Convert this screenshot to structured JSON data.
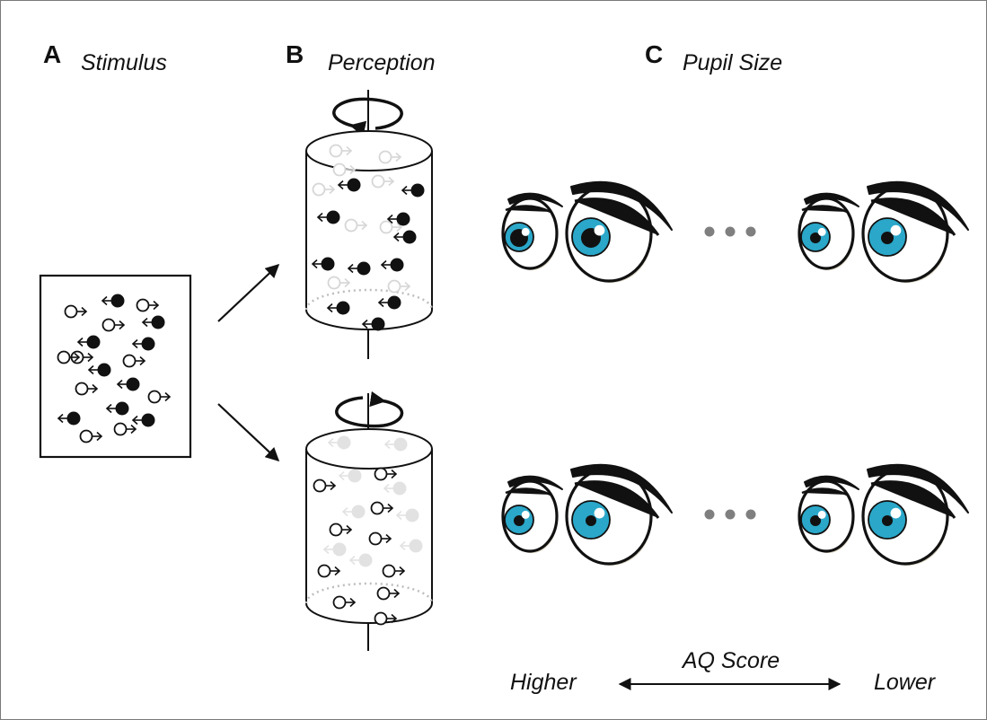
{
  "panels": {
    "a": {
      "letter": "A",
      "title": "Stimulus"
    },
    "b": {
      "letter": "B",
      "title": "Perception"
    },
    "c": {
      "letter": "C",
      "title": "Pupil Size"
    }
  },
  "scale": {
    "label": "AQ Score",
    "left": "Higher",
    "right": "Lower"
  },
  "ellipsis": "• • •",
  "colors": {
    "iris": "#2aa7c9",
    "dot_dark": "#111111",
    "dot_faded": "#e2e2e2",
    "ring_faded": "#d6d6d6",
    "ellipsis_dot": "#7f7f7f",
    "sclera_shadow": "#d9d3c0"
  },
  "icons": [
    "rotation-arrow-icon",
    "leftward-dot-icon",
    "rightward-ring-icon",
    "eye-icon"
  ]
}
